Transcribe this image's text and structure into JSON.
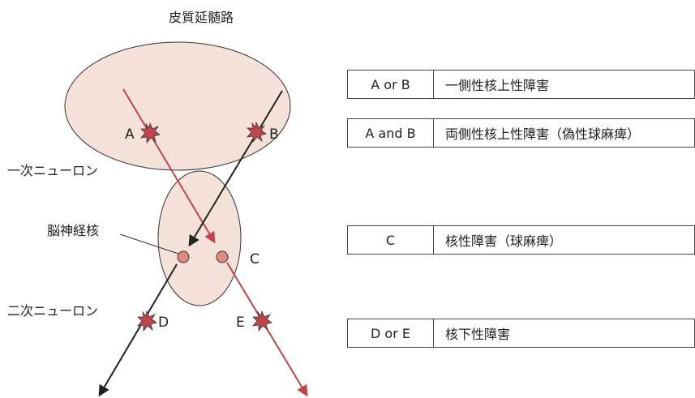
{
  "title": "皮質延髄路",
  "labels": {
    "first_neuron": "一次ニューロン",
    "second_neuron": "二次ニューロン",
    "nucleus": "脳神経核",
    "A": "A",
    "B": "B",
    "C": "C",
    "D": "D",
    "E": "E"
  },
  "table": [
    {
      "key": "A or B",
      "value": "一側性核上性障害"
    },
    {
      "key": "A and B",
      "value": "両側性核上性障害（偽性球麻痺）"
    },
    {
      "key": "C",
      "value": "核性障害（球麻痺）"
    },
    {
      "key": "D or E",
      "value": "核下性障害"
    }
  ],
  "colors": {
    "ellipse_fill": "#f4e1da",
    "red_path": "#c0454a",
    "black_path": "#222222",
    "lesion": "#c0454a",
    "nucleus_fill": "#e08a80"
  }
}
